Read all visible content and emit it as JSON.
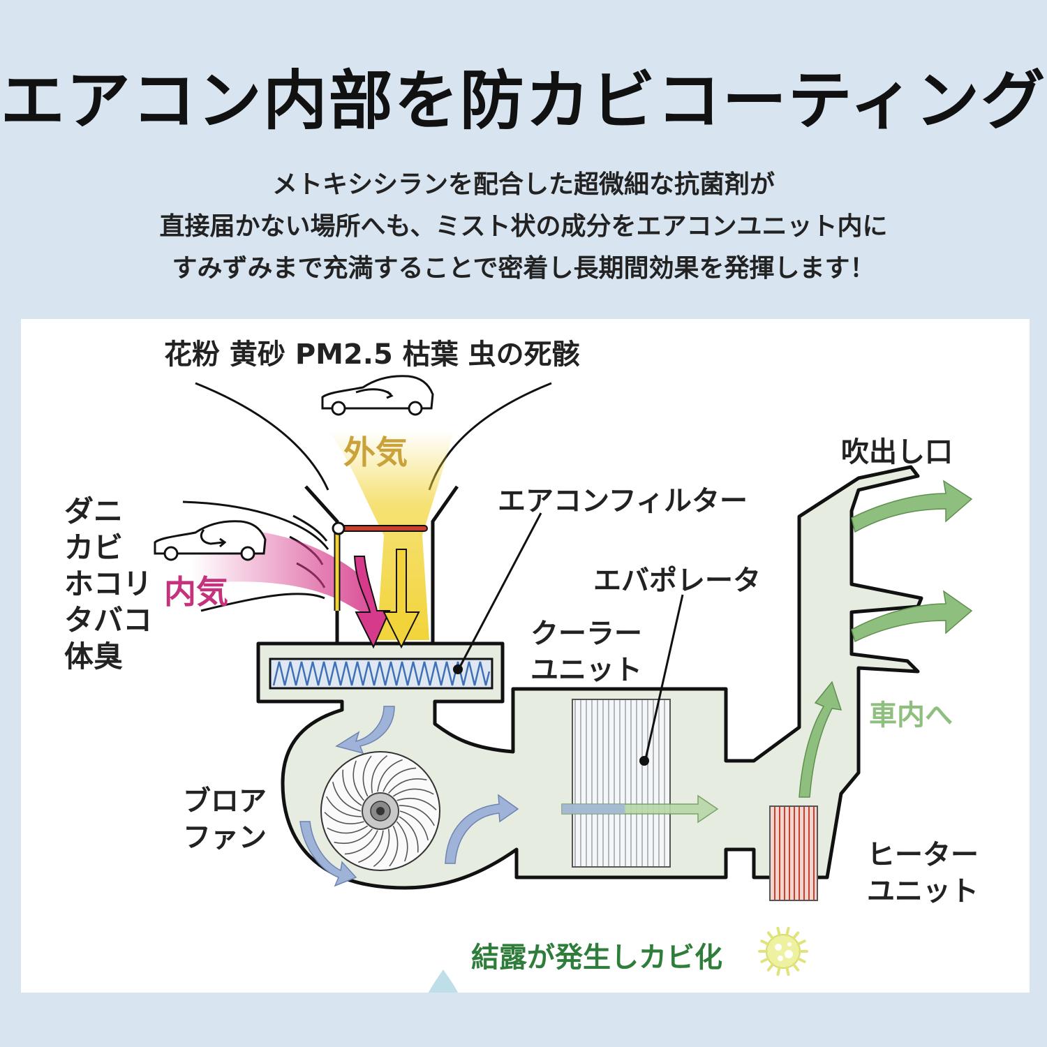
{
  "title": "エアコン内部を防カビコーティング",
  "lead": [
    "メトキシシランを配合した超微細な抗菌剤が",
    "直接届かない場所へも、ミスト状の成分をエアコンユニット内に",
    "すみずみまで充満することで密着し長期間効果を発揮します！"
  ],
  "diagram": {
    "pollutants_outside": "花粉 黄砂 PM2.5 枯葉 虫の死骸",
    "outside_air": "外気",
    "pollutants_inside": [
      "ダニ",
      "カビ",
      "ホコリ",
      "タバコ",
      "体臭"
    ],
    "inside_air": "内気",
    "ac_filter": "エアコンフィルター",
    "evaporator": "エバポレータ",
    "cooler_unit": [
      "クーラー",
      "ユニット"
    ],
    "blower_fan": [
      "ブロア",
      "ファン"
    ],
    "outlet": "吹出し口",
    "into_cabin": "車内へ",
    "heater_unit": [
      "ヒーター",
      "ユニット"
    ],
    "condensation_note": "結露が発生しカビ化"
  },
  "colors": {
    "background": "#d8e5f1",
    "duct_fill": "#e6ece0",
    "outside_air": "#f2d43a",
    "inside_air": "#d63a8a",
    "flow_green": "#8fbf7e",
    "flow_blue": "#9fb3d9",
    "filter_blue": "#3f6fb5",
    "heater_red": "#c9402d",
    "label_green": "#2e7d3a"
  }
}
